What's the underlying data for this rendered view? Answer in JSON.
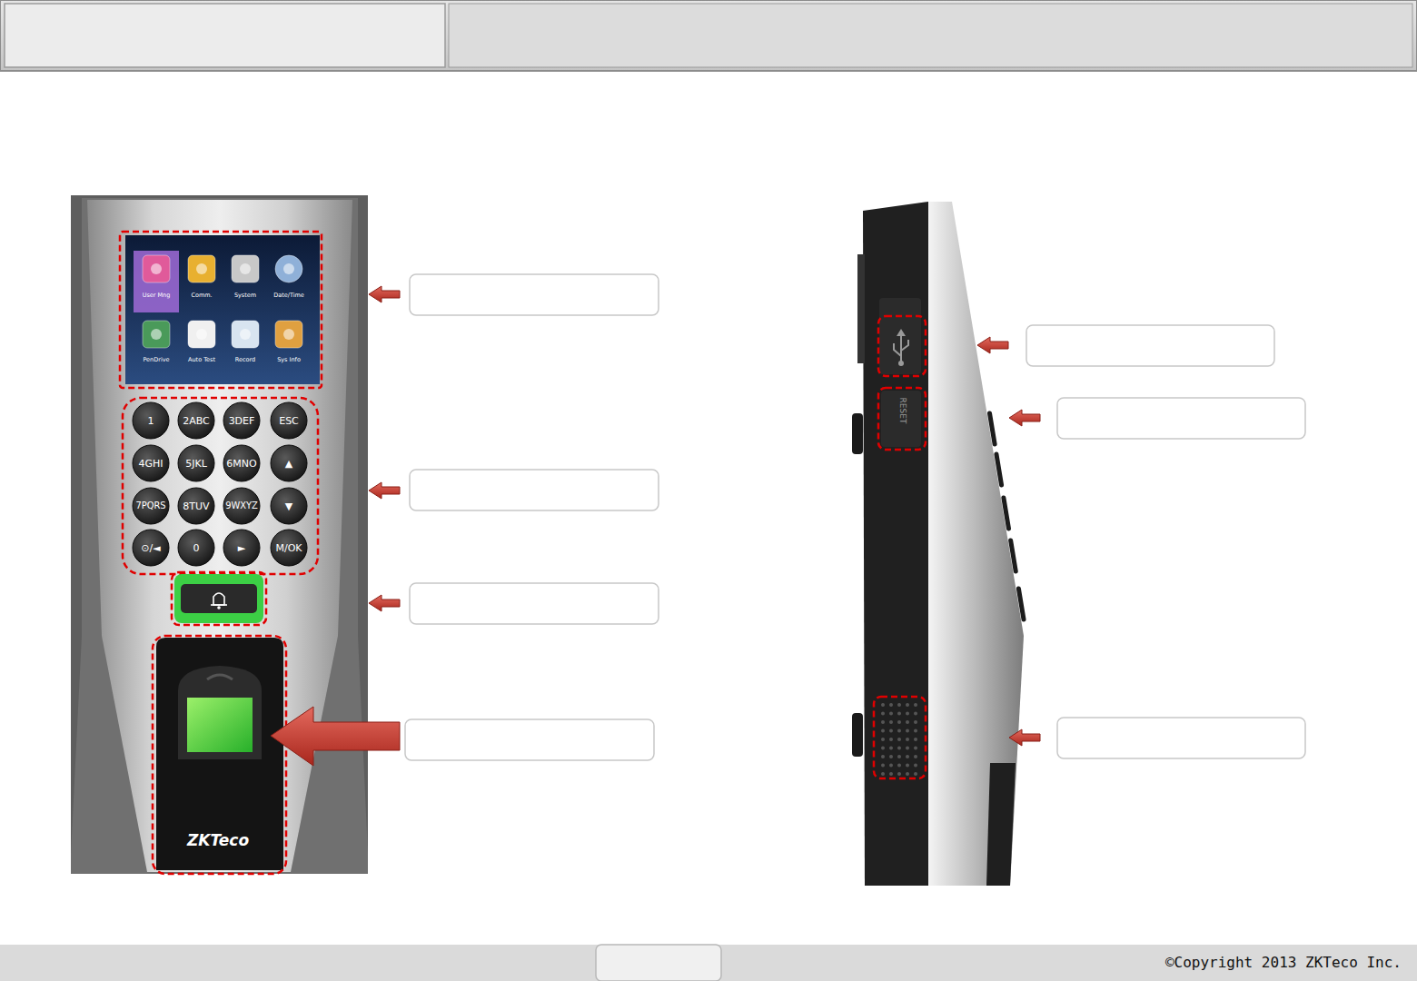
{
  "diagram": {
    "labels": [
      "User Mng",
      "Comm.",
      "System",
      "Date/Time",
      "PenDrive",
      "Auto Test",
      "Record",
      "Sys Info",
      "1",
      "2ABC",
      "3DEF",
      "ESC",
      "4GHI",
      "5JKL",
      "6MNO",
      "▲",
      "7PQRS",
      "8TUV",
      "9WXYZ",
      "▼",
      "⊙/◄",
      "0",
      "►",
      "M/OK",
      "ZKTeco",
      "RESET",
      "©Copyright 2013 ZKTeco Inc."
    ]
  }
}
